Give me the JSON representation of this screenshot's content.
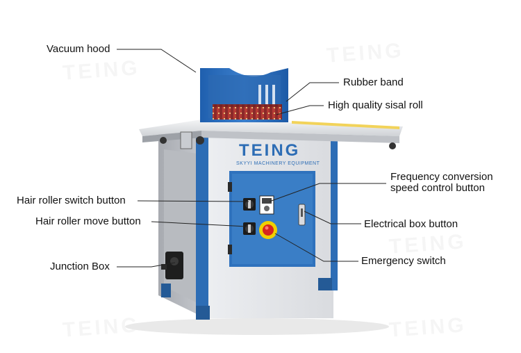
{
  "brand": {
    "logo_text": "TEING",
    "subtitle": "SKYYI MACHINERY EQUIPMENT",
    "watermark_text": "TEING",
    "accent_color": "#2d6db5",
    "body_color": "#e6e7ea"
  },
  "callouts": {
    "vacuum_hood": "Vacuum hood",
    "rubber_band": "Rubber band",
    "sisal_roll": "High quality sisal roll",
    "frequency_conversion": "Frequency conversion speed control button",
    "hair_roller_switch": "Hair roller switch button",
    "hair_roller_move": "Hair roller move button",
    "electrical_box": "Electrical box button",
    "junction_box": "Junction Box",
    "emergency_switch": "Emergency switch"
  }
}
